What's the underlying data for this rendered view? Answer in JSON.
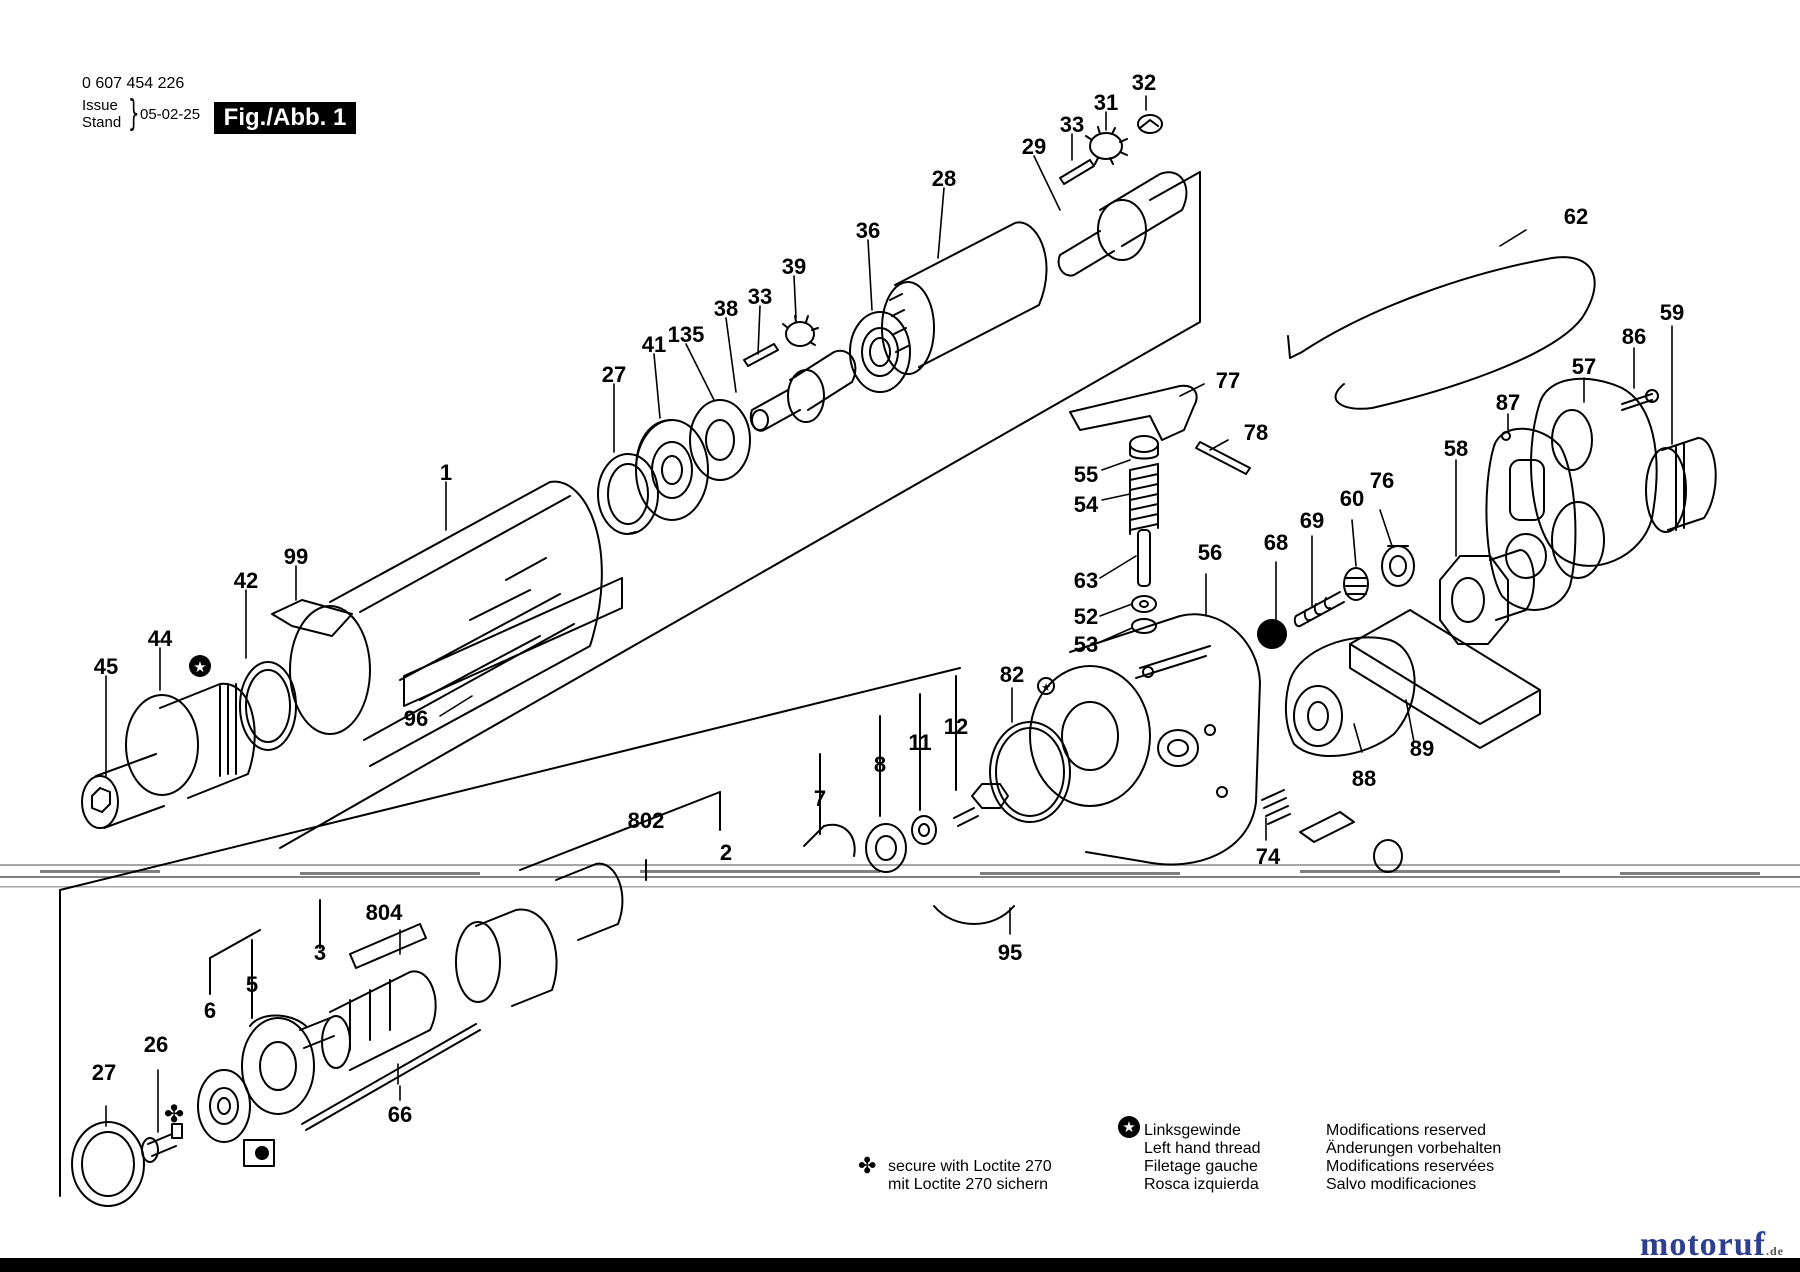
{
  "header": {
    "part_code": "0 607 454 226",
    "issue_line1": "Issue",
    "issue_line2": "Stand",
    "issue_date": "05-02-25",
    "figure_label": "Fig./Abb. 1"
  },
  "legend": {
    "loctite": [
      "secure with Loctite 270",
      "mit Loctite 270 sichern"
    ],
    "left_hand_thread": [
      "Linksgewinde",
      "Left hand thread",
      "Filetage gauche",
      "Rosca izquierda"
    ],
    "modifications": [
      "Modifications reserved",
      "Änderungen vorbehalten",
      "Modifications reservées",
      "Salvo modificaciones"
    ]
  },
  "brand": {
    "name": "motoruf",
    "tld": ".de"
  },
  "icons": {
    "left_hand_thread": "star-circle-icon",
    "loctite": "club-icon",
    "dimension": "bearing-box-icon"
  },
  "part_numbers": [
    {
      "id": "32",
      "label": "32"
    },
    {
      "id": "31",
      "label": "31"
    },
    {
      "id": "33a",
      "label": "33"
    },
    {
      "id": "29",
      "label": "29"
    },
    {
      "id": "28",
      "label": "28"
    },
    {
      "id": "36",
      "label": "36"
    },
    {
      "id": "39",
      "label": "39"
    },
    {
      "id": "33b",
      "label": "33"
    },
    {
      "id": "38",
      "label": "38"
    },
    {
      "id": "135",
      "label": "135"
    },
    {
      "id": "41",
      "label": "41"
    },
    {
      "id": "27a",
      "label": "27"
    },
    {
      "id": "1",
      "label": "1"
    },
    {
      "id": "99",
      "label": "99"
    },
    {
      "id": "42",
      "label": "42"
    },
    {
      "id": "44",
      "label": "44"
    },
    {
      "id": "45",
      "label": "45"
    },
    {
      "id": "96",
      "label": "96"
    },
    {
      "id": "62",
      "label": "62"
    },
    {
      "id": "59",
      "label": "59"
    },
    {
      "id": "86",
      "label": "86"
    },
    {
      "id": "57",
      "label": "57"
    },
    {
      "id": "87",
      "label": "87"
    },
    {
      "id": "58",
      "label": "58"
    },
    {
      "id": "77",
      "label": "77"
    },
    {
      "id": "78",
      "label": "78"
    },
    {
      "id": "55",
      "label": "55"
    },
    {
      "id": "54",
      "label": "54"
    },
    {
      "id": "76",
      "label": "76"
    },
    {
      "id": "60",
      "label": "60"
    },
    {
      "id": "69",
      "label": "69"
    },
    {
      "id": "68",
      "label": "68"
    },
    {
      "id": "56",
      "label": "56"
    },
    {
      "id": "63",
      "label": "63"
    },
    {
      "id": "52",
      "label": "52"
    },
    {
      "id": "53",
      "label": "53"
    },
    {
      "id": "82",
      "label": "82"
    },
    {
      "id": "12",
      "label": "12"
    },
    {
      "id": "11",
      "label": "11"
    },
    {
      "id": "8",
      "label": "8"
    },
    {
      "id": "7",
      "label": "7"
    },
    {
      "id": "802",
      "label": "802"
    },
    {
      "id": "2",
      "label": "2"
    },
    {
      "id": "88",
      "label": "88"
    },
    {
      "id": "89",
      "label": "89"
    },
    {
      "id": "74",
      "label": "74"
    },
    {
      "id": "95",
      "label": "95"
    },
    {
      "id": "804",
      "label": "804"
    },
    {
      "id": "3",
      "label": "3"
    },
    {
      "id": "5",
      "label": "5"
    },
    {
      "id": "6",
      "label": "6"
    },
    {
      "id": "26",
      "label": "26"
    },
    {
      "id": "27b",
      "label": "27"
    },
    {
      "id": "66",
      "label": "66"
    }
  ]
}
